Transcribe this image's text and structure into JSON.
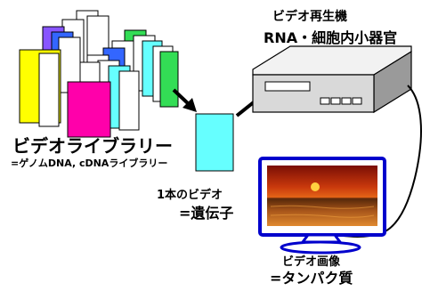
{
  "labels": {
    "library_main": "ビデオライブラリー",
    "library_sub": "=ゲノムDNA, cDNAライブラリー",
    "player_main": "ビデオ再生機",
    "player_sub": "RNA・細胞内小器官",
    "tape_main": "1本のビデオ",
    "tape_sub": "=遺伝子",
    "screen_main": "ビデオ画像",
    "screen_sub": "=タンパク質"
  },
  "colors": {
    "tape_yellow": "#ffff00",
    "tape_magenta": "#ff00aa",
    "tape_cyan": "#66ffff",
    "tape_purple": "#8855ff",
    "tape_blue": "#3366ff",
    "tape_green": "#33dd55",
    "screen_frame": "#0000cc",
    "sunset_sky": "#e85a10"
  }
}
